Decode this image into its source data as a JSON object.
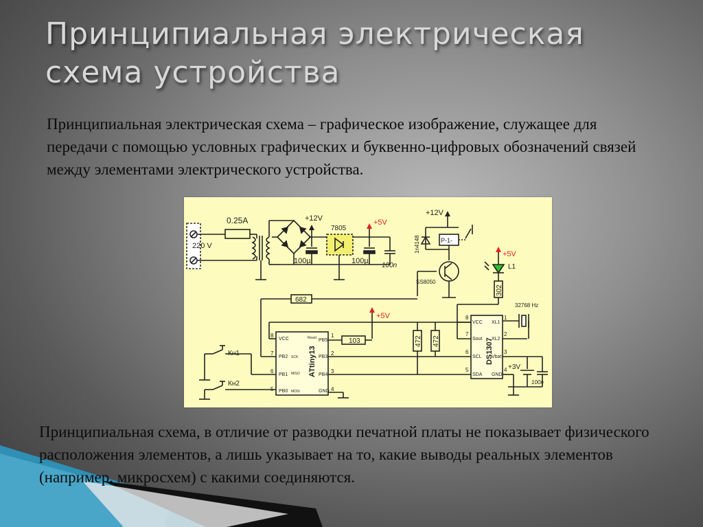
{
  "slide": {
    "title_line1": "Принципиальная электрическая",
    "title_line2": "схема устройства",
    "intro": "Принципиальная электрическая схема – графическое изображение, служащее для передачи с помощью условных графических и буквенно-цифровых обозначений связей между элементами электрического устройства.",
    "outro": "Принципиальная схема, в отличие от разводки печатной платы не показывает физического расположения элементов, а лишь указывает на то, какие выводы реальных элементов (например, микросхем) с какими соединяются."
  },
  "schematic": {
    "fuse": "0.25A",
    "mains": "220 V",
    "v12_a": "+12V",
    "v12_b": "+12V",
    "v5_a": "+5V",
    "v5_b": "+5V",
    "v5_c": "+5V",
    "v3": "+3V",
    "regulator": "7805",
    "cap1": "100µ",
    "cap2": "100µ",
    "cap3": "100n",
    "cap4": "100n",
    "diode": "1n4148",
    "relay": "P-1-",
    "transistor": "SS8050",
    "led": "L1",
    "r_302": "302",
    "r_682": "682",
    "r_103": "103",
    "r_472a": "472",
    "r_472b": "472",
    "crystal": "32768 Hz",
    "mcu": "ATtiny13",
    "rtc": "DS1307",
    "kn1": "Кн1",
    "kn2": "Кн2",
    "mcu_pins": [
      "VCC",
      "PB2",
      "PB1",
      "PB0",
      "PB5",
      "PB3",
      "PB4",
      "GND",
      "Reset",
      "SCK",
      "MISO",
      "MOSI"
    ],
    "mcu_pin_nums": [
      "8",
      "7",
      "6",
      "5",
      "1",
      "2",
      "3",
      "4"
    ],
    "rtc_pins": [
      "VCC",
      "Sout",
      "SCL",
      "SDA",
      "XL1",
      "XL2",
      "Vbat",
      "GND"
    ],
    "rtc_pin_nums": [
      "8",
      "7",
      "6",
      "5",
      "1",
      "2",
      "3",
      "4"
    ]
  },
  "colors": {
    "schematic_bg": "#fdfcbe",
    "led_green": "#2fbf2f",
    "supply_red": "#e32222",
    "ribbon_blue": "#2f8fb5"
  }
}
